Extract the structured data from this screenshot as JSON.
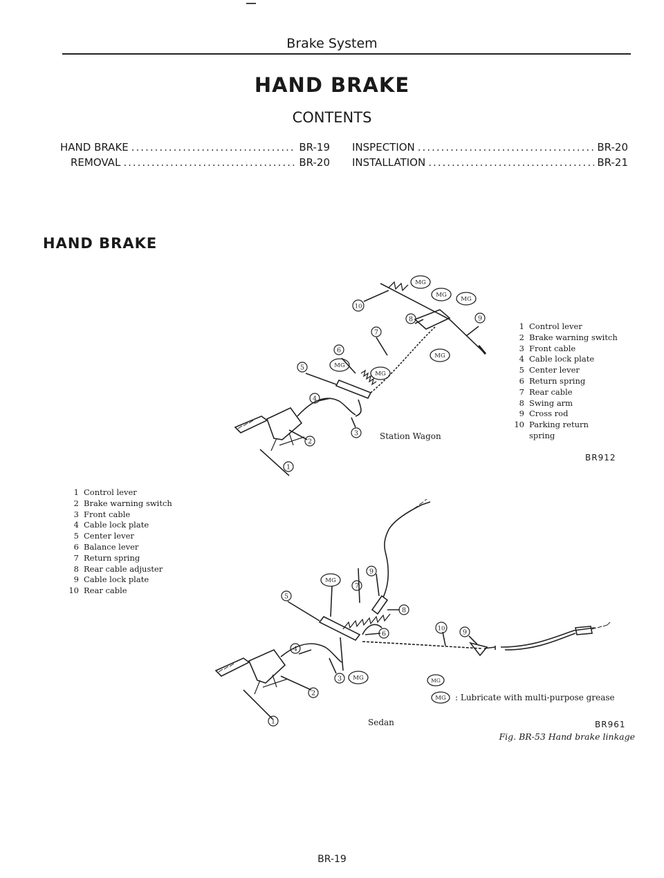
{
  "header": {
    "running_title": "Brake System"
  },
  "title": "HAND BRAKE",
  "contents": {
    "heading": "CONTENTS",
    "entries": [
      {
        "label": "HAND BRAKE",
        "page": "BR-19"
      },
      {
        "label": "REMOVAL",
        "page": "BR-20"
      },
      {
        "label": "INSPECTION",
        "page": "BR-20"
      },
      {
        "label": "INSTALLATION",
        "page": "BR-21"
      }
    ]
  },
  "section_title": "HAND BRAKE",
  "station_wagon": {
    "caption": "Station Wagon",
    "code": "BR912",
    "legend": [
      {
        "num": "1",
        "text": "Control lever"
      },
      {
        "num": "2",
        "text": "Brake warning switch"
      },
      {
        "num": "3",
        "text": "Front cable"
      },
      {
        "num": "4",
        "text": "Cable lock plate"
      },
      {
        "num": "5",
        "text": "Center lever"
      },
      {
        "num": "6",
        "text": "Return spring"
      },
      {
        "num": "7",
        "text": "Rear cable"
      },
      {
        "num": "8",
        "text": "Swing arm"
      },
      {
        "num": "9",
        "text": "Cross rod"
      },
      {
        "num": "10",
        "text": "Parking return spring"
      }
    ]
  },
  "sedan": {
    "caption": "Sedan",
    "code": "BR961",
    "legend": [
      {
        "num": "1",
        "text": "Control lever"
      },
      {
        "num": "2",
        "text": "Brake warning switch"
      },
      {
        "num": "3",
        "text": "Front cable"
      },
      {
        "num": "4",
        "text": "Cable lock plate"
      },
      {
        "num": "5",
        "text": "Center lever"
      },
      {
        "num": "6",
        "text": "Balance lever"
      },
      {
        "num": "7",
        "text": "Return spring"
      },
      {
        "num": "8",
        "text": "Rear cable adjuster"
      },
      {
        "num": "9",
        "text": "Cable lock plate"
      },
      {
        "num": "10",
        "text": "Rear cable"
      }
    ]
  },
  "mg_symbol": "MG",
  "mg_note": ": Lubricate with multi-purpose grease",
  "figure_caption": "Fig. BR-53 Hand brake linkage",
  "callouts": [
    "1",
    "2",
    "3",
    "4",
    "5",
    "6",
    "7",
    "8",
    "9",
    "10"
  ],
  "page_number": "BR-19"
}
